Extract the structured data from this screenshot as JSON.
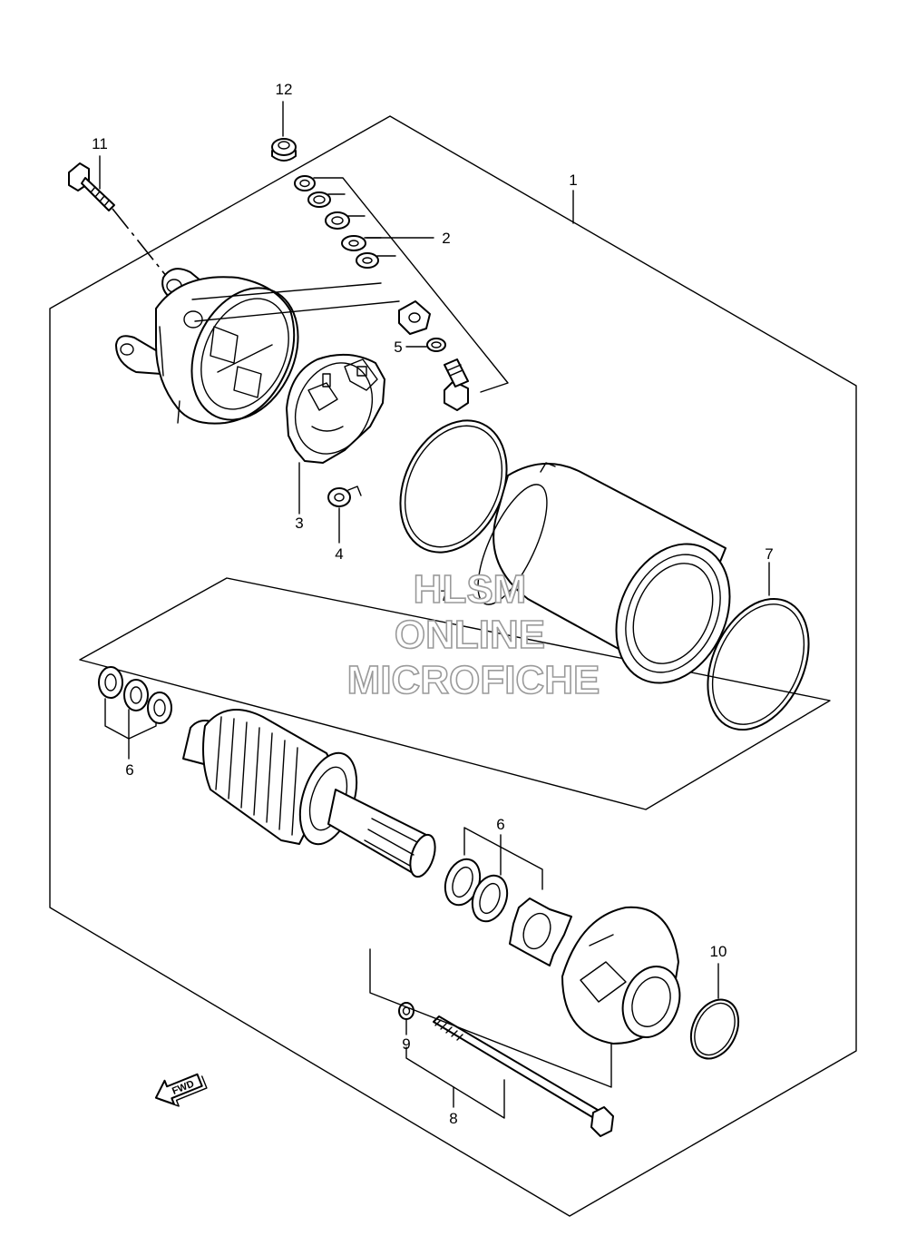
{
  "watermark": {
    "line1": "HLSM",
    "line2": "ONLINE",
    "line3": "MICROFICHE",
    "color": "#9a9a9a"
  },
  "direction_badge": {
    "label": "FWD",
    "icon": "fwd-arrow-icon"
  },
  "callouts": [
    {
      "id": "1",
      "label": "1"
    },
    {
      "id": "2",
      "label": "2"
    },
    {
      "id": "3",
      "label": "3"
    },
    {
      "id": "4",
      "label": "4"
    },
    {
      "id": "5",
      "label": "5"
    },
    {
      "id": "6a",
      "label": "6"
    },
    {
      "id": "6b",
      "label": "6"
    },
    {
      "id": "7a",
      "label": "7"
    },
    {
      "id": "7b",
      "label": "7"
    },
    {
      "id": "8",
      "label": "8"
    },
    {
      "id": "9",
      "label": "9"
    },
    {
      "id": "10",
      "label": "10"
    },
    {
      "id": "11",
      "label": "11"
    },
    {
      "id": "12",
      "label": "12"
    }
  ]
}
